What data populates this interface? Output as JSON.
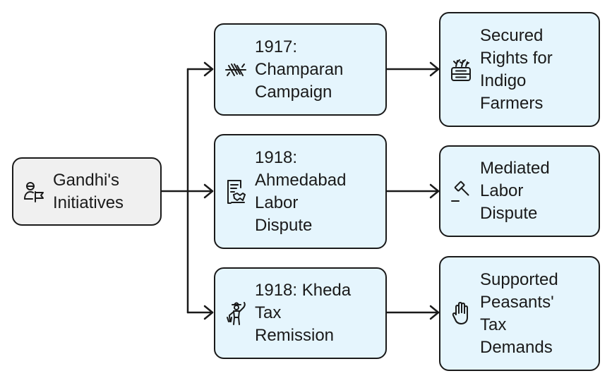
{
  "root": {
    "label": "Gandhi's\nInitiatives",
    "icon": "person-flag-icon"
  },
  "events": [
    {
      "label": "1917:\nChamparan\nCampaign",
      "icon": "barbed-wire-icon",
      "outcome": {
        "label": "Secured\nRights for\nIndigo\nFarmers",
        "icon": "indigo-plant-crate-icon"
      }
    },
    {
      "label": "1918:\nAhmedabad\nLabor\nDispute",
      "icon": "contract-handshake-icon",
      "outcome": {
        "label": "Mediated\nLabor\nDispute",
        "icon": "gavel-icon"
      }
    },
    {
      "label": "1918: Kheda\nTax\nRemission",
      "icon": "farmer-icon",
      "outcome": {
        "label": "Supported\nPeasants'\nTax\nDemands",
        "icon": "raised-hand-icon"
      }
    }
  ]
}
